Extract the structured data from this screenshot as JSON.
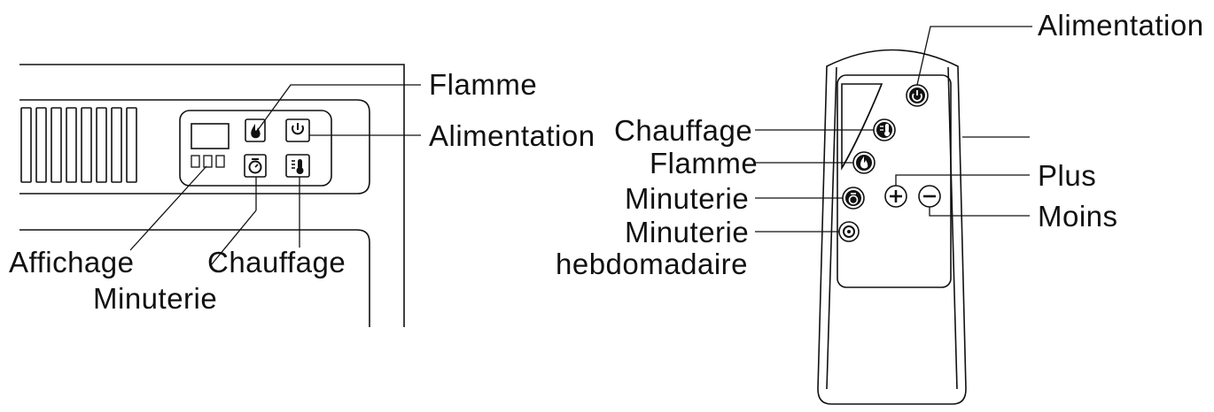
{
  "panel": {
    "labels": {
      "flame": "Flamme",
      "power": "Alimentation",
      "display": "Affichage",
      "heat": "Chauffage",
      "timer": "Minuterie"
    }
  },
  "remote": {
    "labels": {
      "power": "Alimentation",
      "heat": "Chauffage",
      "flame": "Flamme",
      "timer": "Minuterie",
      "weekly_line1": "Minuterie",
      "weekly_line2": "hebdomadaire",
      "plus": "Plus",
      "minus": "Moins"
    }
  },
  "icons": {
    "panel_buttons": [
      "flame-icon",
      "power-icon",
      "timer-icon",
      "thermometer-icon"
    ],
    "remote_buttons": [
      "power-icon",
      "thermometer-icon",
      "flame-icon",
      "timer-icon",
      "weekly-timer-icon",
      "plus-icon",
      "minus-icon"
    ]
  }
}
